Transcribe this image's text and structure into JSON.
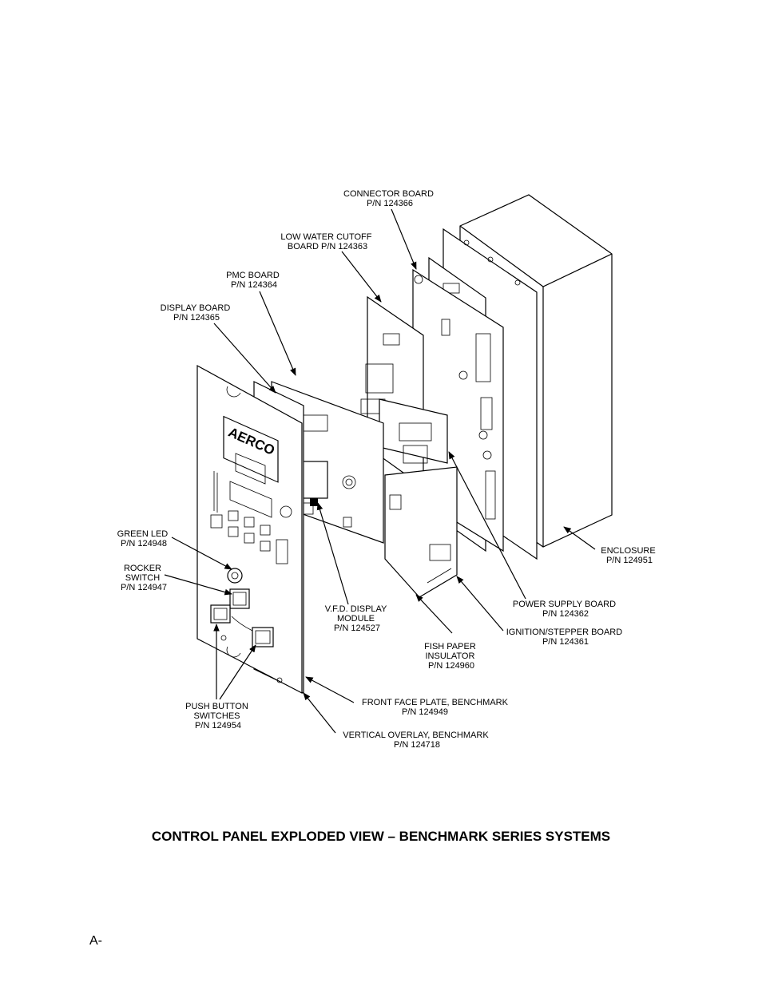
{
  "labels": {
    "connector_board": [
      "CONNECTOR BOARD",
      "P/N 124366"
    ],
    "low_water_cutoff": [
      "LOW WATER CUTOFF",
      "BOARD P/N 124363"
    ],
    "pmc_board": [
      "PMC BOARD",
      "P/N 124364"
    ],
    "display_board": [
      "DISPLAY BOARD",
      "P/N 124365"
    ],
    "green_led": [
      "GREEN LED",
      "P/N 124948"
    ],
    "rocker_switch": [
      "ROCKER",
      "SWITCH",
      "P/N 124947"
    ],
    "vfd_display": [
      "V.F.D. DISPLAY",
      "MODULE",
      "P/N 124527"
    ],
    "enclosure": [
      "ENCLOSURE",
      "P/N 124951"
    ],
    "power_supply": [
      "POWER SUPPLY BOARD",
      "P/N 124362"
    ],
    "ignition_stepper": [
      "IGNITION/STEPPER BOARD",
      "P/N 124361"
    ],
    "fish_paper": [
      "FISH PAPER",
      "INSULATOR",
      "P/N 124960"
    ],
    "front_face_plate": [
      "FRONT FACE PLATE, BENCHMARK",
      "P/N 124949"
    ],
    "push_button": [
      "PUSH BUTTON",
      "SWITCHES",
      "P/N 124954"
    ],
    "vertical_overlay": [
      "VERTICAL OVERLAY, BENCHMARK",
      "P/N 124718"
    ]
  },
  "logo_text": "AERCO",
  "caption": "CONTROL PANEL EXPLODED VIEW – BENCHMARK SERIES SYSTEMS",
  "page_footer": "A-"
}
